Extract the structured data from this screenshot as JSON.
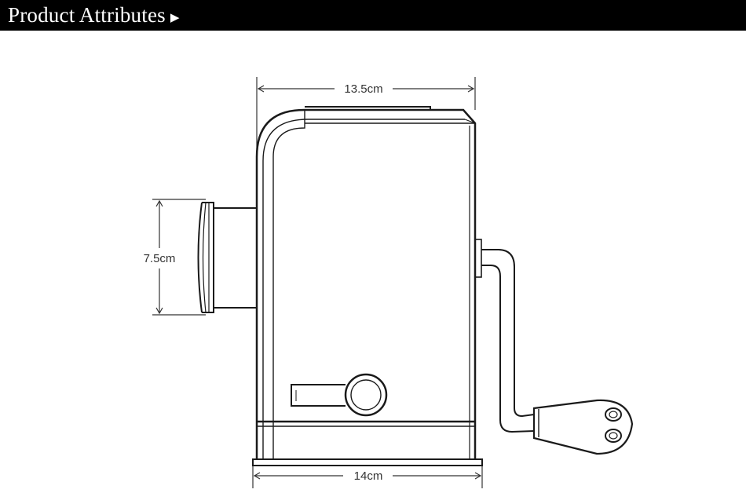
{
  "header": {
    "title": "Product Attributes",
    "arrow_icon": "triangle-right-icon"
  },
  "dimensions": {
    "top_width": "13.5cm",
    "outlet_height": "7.5cm",
    "base_width": "14cm"
  },
  "colors": {
    "header_bg": "#000000",
    "header_text": "#ffffff",
    "line": "#1a1a1a",
    "dim_line": "#333333"
  }
}
